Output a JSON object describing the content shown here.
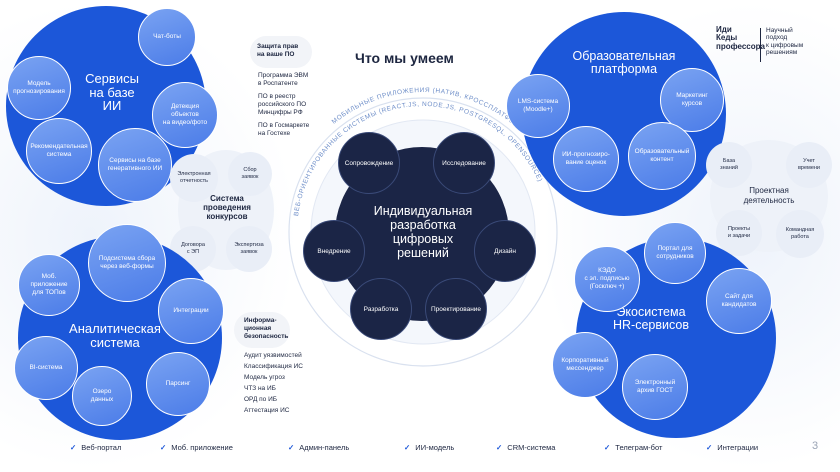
{
  "header": {
    "title": "Что мы умеем",
    "logo_text": "Иди\nКеды\nпрофессора",
    "logo_tagline": "Научный\nподход\nк цифровым\nрешениям"
  },
  "colors": {
    "primary": "#1c57d9",
    "navy": "#1b2546",
    "pale": "#e9eef7"
  },
  "center": {
    "title": "Индивидуальная\nразработка\nцифровых\nрешений",
    "petals": [
      "Сопровождение",
      "Исследование",
      "Дизайн",
      "Проектирование",
      "Разработка",
      "Внедрение"
    ],
    "arc_outer": "МОБИЛЬНЫЕ ПРИЛОЖЕНИЯ (НАТИВ, КРОССПЛАТФОРМА, ГИБРИД)",
    "arc_inner": "ВЕБ-ОРИЕНТИРОВАННЫЕ СИСТЕМЫ (REACT.JS, NODE.JS, POSTGRESQL, OPENSOURCE)"
  },
  "ai_services": {
    "title": "Сервисы\nна базе\nИИ",
    "items": [
      "Чат-боты",
      "Модель\nпрогнозирования",
      "Детекция объектов\nна видео/фото",
      "Рекомендательная\nсистема",
      "Сервисы на базе\nгенеративного ИИ"
    ]
  },
  "contest_system": {
    "title": "Система\nпроведения\nконкурсов",
    "items": [
      "Электронная\nотчетность",
      "Сбор\nзаявок",
      "Договора\nс ЭП",
      "Экспертиза\nзаявок"
    ]
  },
  "analytics": {
    "title": "Аналитическая\nсистема",
    "items": [
      "Подсистема сбора\nчерез веб-формы",
      "Моб. приложение\nдля ТОПов",
      "Интеграции",
      "BI-система",
      "Парсинг",
      "Озеро\nданных"
    ]
  },
  "protection": {
    "title": "Защита прав\nна ваше ПО",
    "items": [
      "Программа ЭВМ\nв Роспатенте",
      "ПО в реестр\nроссийского ПО\nМинцифры РФ",
      "ПО в Госмаркете\nна Гостехе"
    ]
  },
  "infosec": {
    "title": "Информа-\nционная\nбезопасность",
    "items": [
      "Аудит уязвимостей",
      "Классификация ИС",
      "Модель угроз",
      "ЧТЗ на ИБ",
      "ОРД по ИБ",
      "Аттестация ИС"
    ]
  },
  "education": {
    "title": "Образовательная\nплатформа",
    "items": [
      "LMS-система\n(Moodle+)",
      "Маркетинг\nкурсов",
      "ИИ-прогнозиро-\nвание оценок",
      "Образовательный\nконтент"
    ]
  },
  "projects": {
    "title": "Проектная\nдеятельность",
    "items": [
      "База\nзнаний",
      "Учет\nвремени",
      "Проекты\nи задачи",
      "Командная\nработа"
    ]
  },
  "hr": {
    "title": "Экосистема\nHR-сервисов",
    "items": [
      "Портал для\nсотрудников",
      "КЭДО\nс эл. подписью\n(Госключ +)",
      "Сайт для\nкандидатов",
      "Корпоративный\nмессенджер",
      "Электронный\nархив ГОСТ"
    ]
  },
  "footer": {
    "items": [
      "Веб-портал",
      "Моб. приложение",
      "Админ-панель",
      "ИИ-модель",
      "CRM-система",
      "Телеграм-бот",
      "Интеграции"
    ],
    "page_number": "3"
  }
}
